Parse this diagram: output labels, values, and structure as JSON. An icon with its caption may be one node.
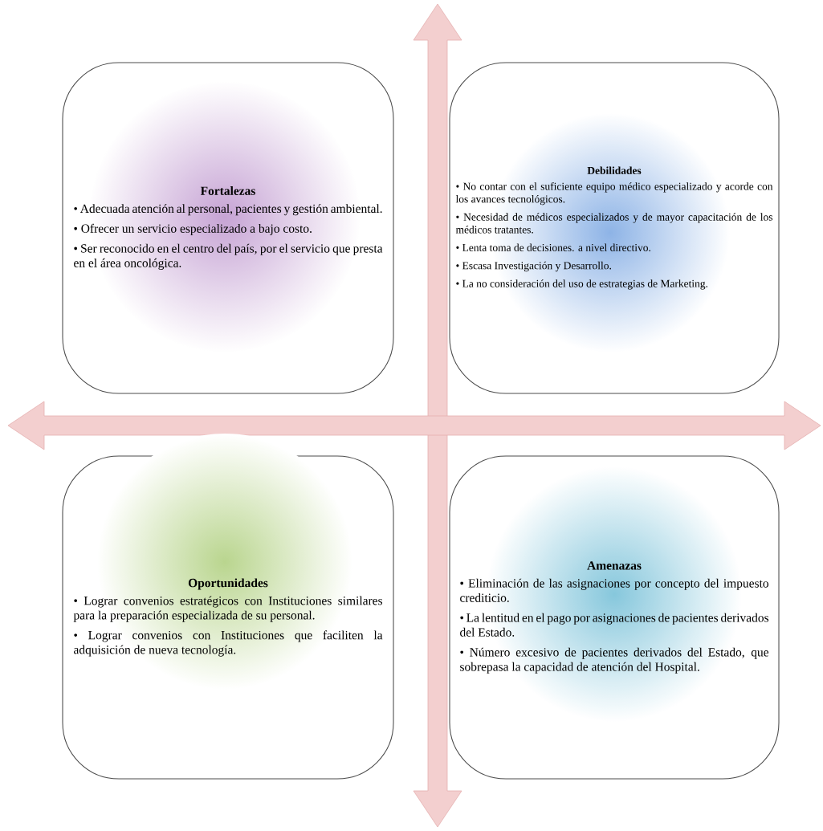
{
  "diagram": {
    "nodes": [
      {
        "text": [
          "Fortalezas",
          "• Adecuada atención al personal, pacientes y gestión ambiental.",
          "• Ofrecer un servicio especializado a bajo costo.",
          "• Ser reconocido en el centro del país, por el servicio que presta en el área oncológica."
        ]
      },
      {
        "text": [
          "Debilidades",
          "• No contar con el suficiente equipo médico especializado y acorde con los avances tecnológicos.",
          "• Necesidad de médicos especializados y de mayor capacitación de los médicos tratantes.",
          "• Lenta toma de decisiones. a nivel directivo.",
          "• Escasa Investigación y Desarrollo.",
          "• La no consideración del uso de estrategias de Marketing."
        ]
      },
      {
        "text": [
          "Oportunidades",
          "• Lograr convenios estratégicos con Instituciones similares para la preparación especializada de su personal.",
          "• Lograr convenios con Instituciones que faciliten la adquisición de nueva tecnología."
        ]
      },
      {
        "text": [
          "Amenazas",
          "• Eliminación de las asignaciones por concepto del impuesto crediticio.",
          "• La lentitud en el pago por asignaciones de pacientes derivados del Estado.",
          "• Número excesivo de pacientes derivados del Estado, que sobrepasa la capacidad de atención del Hospital."
        ]
      }
    ]
  }
}
